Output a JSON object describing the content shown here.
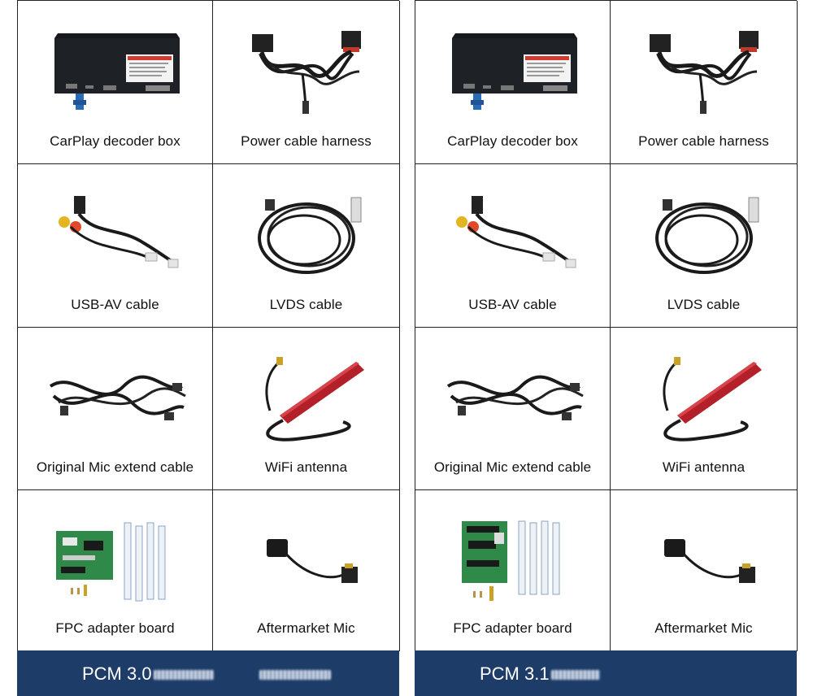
{
  "panels": [
    {
      "items": [
        {
          "caption": "CarPlay decoder box",
          "icon": "decoder-box-photo"
        },
        {
          "caption": "Power cable harness",
          "icon": "power-harness-photo"
        },
        {
          "caption": "USB-AV cable",
          "icon": "usb-av-cable-photo"
        },
        {
          "caption": "LVDS cable",
          "icon": "lvds-cable-photo"
        },
        {
          "caption": "Original Mic extend cable",
          "icon": "mic-extend-cable-photo"
        },
        {
          "caption": "WiFi antenna",
          "icon": "wifi-antenna-photo"
        },
        {
          "caption": "FPC adapter board",
          "icon": "fpc-board-photo"
        },
        {
          "caption": "Aftermarket Mic",
          "icon": "aftermarket-mic-photo"
        }
      ],
      "footer": "PCM 3.0"
    },
    {
      "items": [
        {
          "caption": "CarPlay decoder box",
          "icon": "decoder-box-photo"
        },
        {
          "caption": "Power cable harness",
          "icon": "power-harness-photo"
        },
        {
          "caption": "USB-AV cable",
          "icon": "usb-av-cable-photo"
        },
        {
          "caption": "LVDS cable",
          "icon": "lvds-cable-photo"
        },
        {
          "caption": "Original Mic extend cable",
          "icon": "mic-extend-cable-photo"
        },
        {
          "caption": "WiFi antenna",
          "icon": "wifi-antenna-photo"
        },
        {
          "caption": "FPC adapter board",
          "icon": "fpc-board-photo"
        },
        {
          "caption": "Aftermarket Mic",
          "icon": "aftermarket-mic-photo"
        }
      ],
      "footer": "PCM 3.1"
    }
  ],
  "colors": {
    "footer_bg": "#1d3c68",
    "antenna_red": "#b3202a",
    "board_green": "#2f8a4a",
    "cable_black": "#1a1a1a"
  }
}
